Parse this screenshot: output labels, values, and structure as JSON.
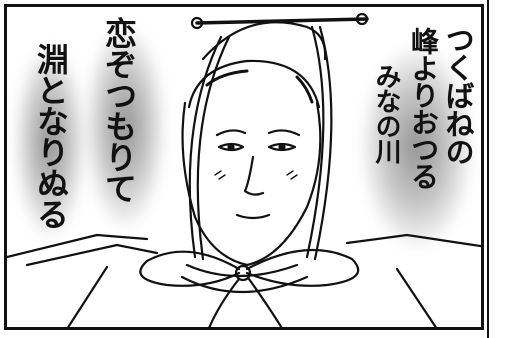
{
  "poem": {
    "lines": [
      "つくばねの",
      "峰よりおつる",
      "みなの川",
      "恋ぞつもりて",
      "淵となりぬる"
    ]
  },
  "colors": {
    "ink": "#111111",
    "paper": "#ffffff",
    "shade": "#7a7a7a"
  },
  "figure": {
    "subject": "court noble in eboshi cap with tied cord",
    "icon": "portrait-icon"
  }
}
